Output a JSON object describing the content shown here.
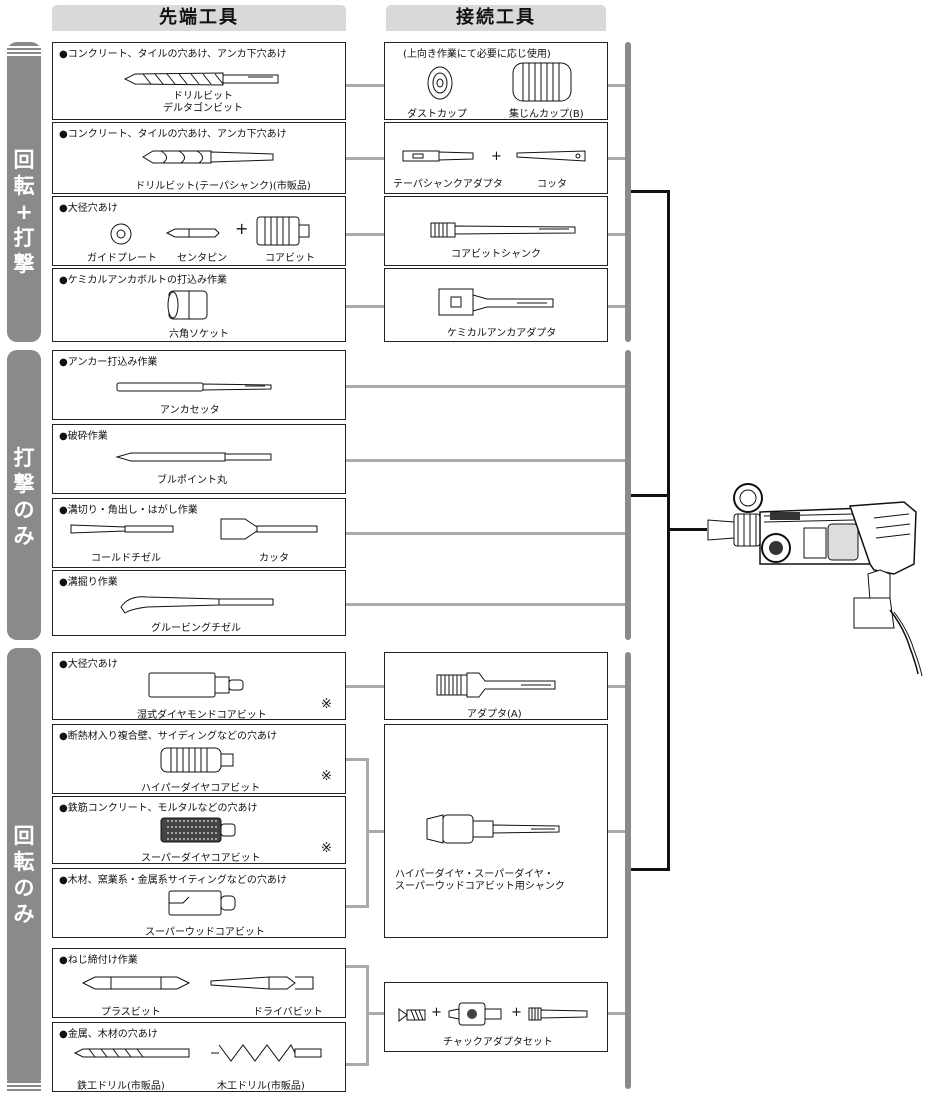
{
  "headers": {
    "tip_tools": "先端工具",
    "connect_tools": "接続工具"
  },
  "sections": [
    {
      "label": "回\n転\n+\n打\n撃"
    },
    {
      "label": "打\n撃\nの\nみ"
    },
    {
      "label": "回\n転\nの\nみ"
    }
  ],
  "tip_boxes": [
    {
      "title": "●コンクリート、タイルの穴あけ、アンカ下穴あけ",
      "captions": [
        "ドリルビット\nデルタゴンビット"
      ]
    },
    {
      "title": "●コンクリート、タイルの穴あけ、アンカ下穴あけ",
      "captions": [
        "ドリルビット(テーパシャンク)(市販品)"
      ]
    },
    {
      "title": "●大径穴あけ",
      "captions": [
        "ガイドプレート",
        "センタピン",
        "コアビット"
      ]
    },
    {
      "title": "●ケミカルアンカボルトの打込み作業",
      "captions": [
        "六角ソケット"
      ]
    },
    {
      "title": "●アンカー打込み作業",
      "captions": [
        "アンカセッタ"
      ]
    },
    {
      "title": "●破砕作業",
      "captions": [
        "ブルポイント丸"
      ]
    },
    {
      "title": "●溝切り・角出し・はがし作業",
      "captions": [
        "コールドチゼル",
        "カッタ"
      ]
    },
    {
      "title": "●溝掘り作業",
      "captions": [
        "グルービングチゼル"
      ]
    },
    {
      "title": "●大径穴あけ",
      "captions": [
        "湿式ダイヤモンドコアビット"
      ],
      "note": "※"
    },
    {
      "title": "●断熱材入り複合壁、サイディングなどの穴あけ",
      "captions": [
        "ハイパーダイヤコアビット"
      ],
      "note": "※"
    },
    {
      "title": "●鉄筋コンクリート、モルタルなどの穴あけ",
      "captions": [
        "スーパーダイヤコアビット"
      ],
      "note": "※"
    },
    {
      "title": "●木材、窯業系・金属系サイティングなどの穴あけ",
      "captions": [
        "スーパーウッドコアビット"
      ]
    },
    {
      "title": "●ねじ締付け作業",
      "captions": [
        "プラスビット",
        "ドライバビット"
      ]
    },
    {
      "title": "●金属、木材の穴あけ",
      "captions": [
        "鉄工ドリル(市販品)",
        "木工ドリル(市販品)"
      ]
    }
  ],
  "connect_boxes": [
    {
      "title": "(上向き作業にて必要に応じ使用)",
      "captions": [
        "ダストカップ",
        "集じんカップ(B)"
      ]
    },
    {
      "captions": [
        "テーパシャンクアダプタ",
        "コッタ"
      ]
    },
    {
      "captions": [
        "コアビットシャンク"
      ]
    },
    {
      "captions": [
        "ケミカルアンカアダプタ"
      ]
    },
    {
      "captions": [
        "アダプタ(A)"
      ]
    },
    {
      "captions": [
        "ハイパーダイヤ・スーパーダイヤ・\nスーパーウッドコアビット用シャンク"
      ]
    },
    {
      "captions": [
        "チャックアダプタセット"
      ]
    }
  ],
  "symbols": {
    "plus": "+"
  }
}
